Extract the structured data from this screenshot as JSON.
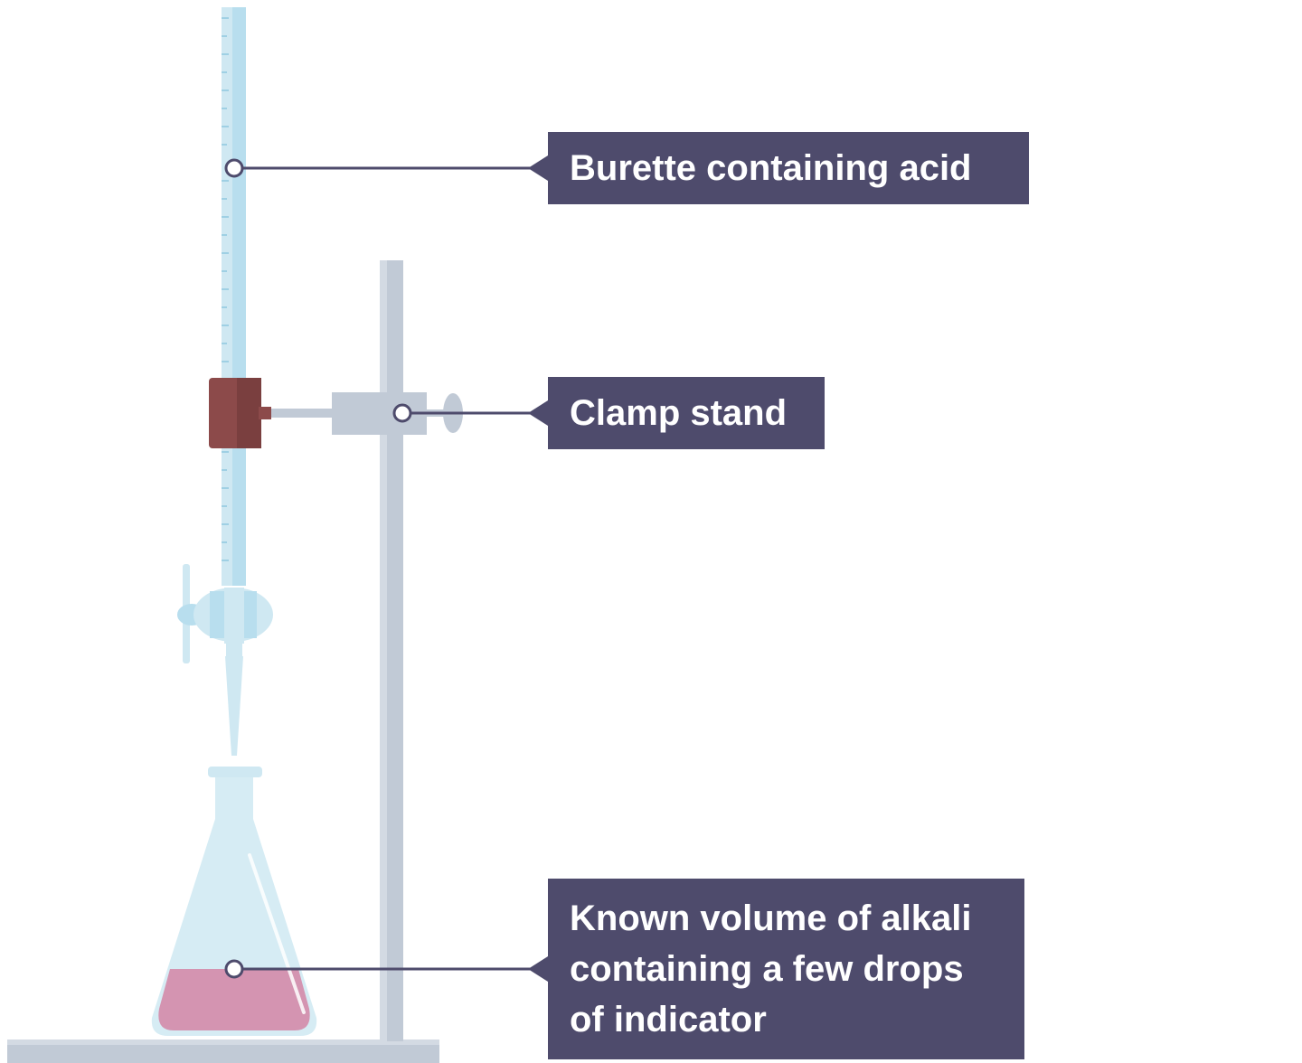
{
  "labels": {
    "burette": {
      "lines": [
        "Burette containing acid"
      ]
    },
    "clamp_stand": {
      "lines": [
        "Clamp stand"
      ]
    },
    "flask_contents": {
      "lines": [
        "Known volume of alkali",
        "containing a few drops",
        "of indicator"
      ]
    }
  },
  "colors": {
    "label_background": "#4e4b6c",
    "label_text": "#ffffff",
    "glass": "#cfe8f2",
    "glass_edge": "#a9d6e8",
    "stand_metal": "#c1cad6",
    "stand_shadow": "#aab4c2",
    "clamp_boss": "#8c4a4a",
    "clamp_boss_dark": "#7a3f3f",
    "indicator_liquid": "#d494b1",
    "leader_line": "#4e4b6c"
  }
}
